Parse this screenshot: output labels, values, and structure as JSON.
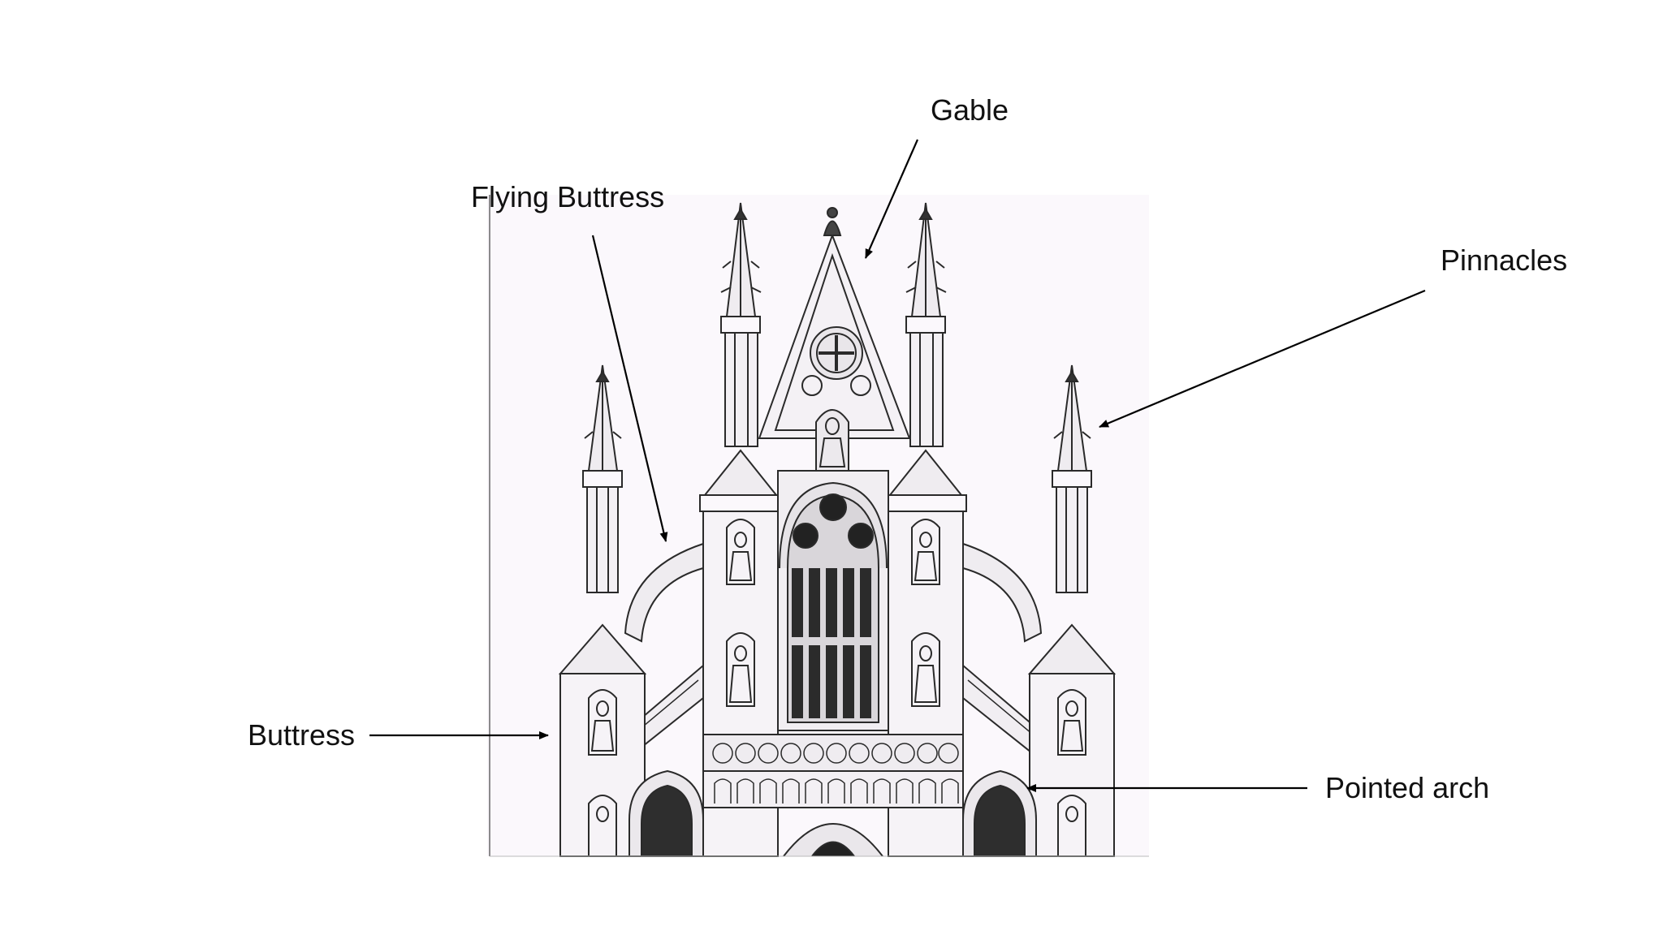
{
  "slide": {
    "background_color": "#ffffff",
    "illustration": {
      "subject": "gothic-cathedral-facade",
      "paper_color": "#fbf8fc",
      "ink_color": "#2a2a2a"
    },
    "labels": {
      "gable": "Gable",
      "flying_buttress": "Flying Buttress",
      "pinnacles": "Pinnacles",
      "buttress": "Buttress",
      "pointed_arch": "Pointed arch"
    },
    "arrow_color": "#000000"
  }
}
